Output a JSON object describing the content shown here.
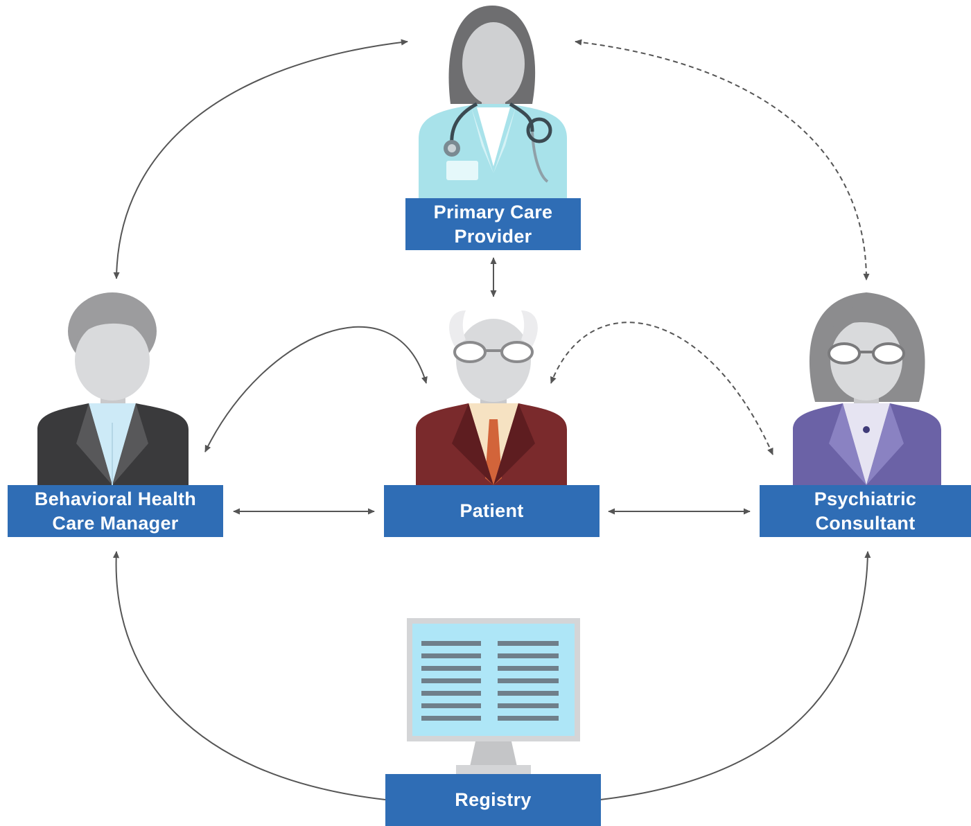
{
  "nodes": {
    "primary_care_provider": {
      "line1": "Primary Care",
      "line2": "Provider"
    },
    "behavioral_health": {
      "line1": "Behavioral Health",
      "line2": "Care Manager"
    },
    "patient": {
      "label": "Patient"
    },
    "psychiatric_consultant": {
      "line1": "Psychiatric",
      "line2": "Consultant"
    },
    "registry": {
      "label": "Registry"
    }
  },
  "colors": {
    "label_fill": "#2f6db5",
    "arrow": "#555555",
    "coat_doctor": "#a8e2ea",
    "suit_manager": "#3a3a3c",
    "suit_patient": "#7a2a2c",
    "suit_consultant": "#6b62a6",
    "monitor_screen": "#aee6f7"
  },
  "icons": [
    "doctor-icon",
    "manager-icon",
    "patient-icon",
    "consultant-icon",
    "monitor-icon"
  ],
  "edges": [
    {
      "from": "behavioral_health",
      "to": "primary_care_provider",
      "style": "solid"
    },
    {
      "from": "psychiatric_consultant",
      "to": "primary_care_provider",
      "style": "dashed"
    },
    {
      "from": "primary_care_provider",
      "to": "patient",
      "style": "solid"
    },
    {
      "from": "behavioral_health",
      "to": "patient",
      "style": "solid"
    },
    {
      "from": "psychiatric_consultant",
      "to": "patient",
      "style": "dashed"
    },
    {
      "from": "registry",
      "to": "behavioral_health",
      "style": "solid"
    },
    {
      "from": "registry",
      "to": "psychiatric_consultant",
      "style": "solid"
    }
  ]
}
